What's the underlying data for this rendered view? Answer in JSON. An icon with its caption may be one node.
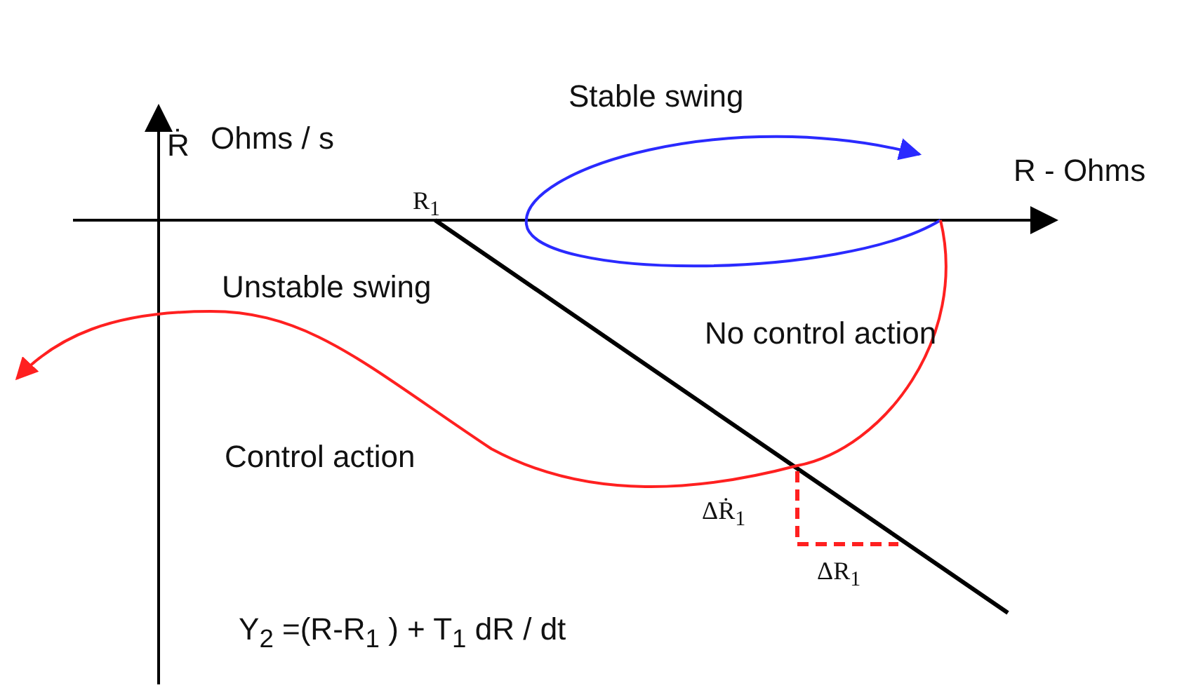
{
  "diagram": {
    "labels": [
      "Ṙ",
      "Ohms / s",
      "Stable swing",
      "R - Ohms",
      "R$_{1}$",
      "Unstable swing",
      "No control action",
      "Control action",
      "ΔṘ$_{1}$",
      "ΔR$_{1}$",
      "Y$_{2}$ =(R-R$_{1}$ ) + T$_{1}$  dR / dt"
    ]
  }
}
